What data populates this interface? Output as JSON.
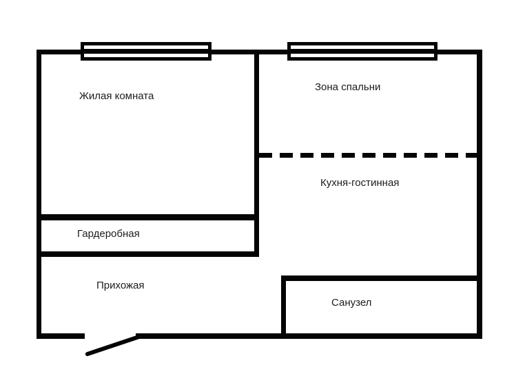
{
  "floor_plan": {
    "title": "apartment-floor-plan",
    "colors": {
      "wall": "#050505",
      "background": "#ffffff",
      "text": "#1c1c1c"
    },
    "rooms": [
      {
        "id": "living-room",
        "label": "Жилая комната"
      },
      {
        "id": "bedroom-zone",
        "label": "Зона спальни"
      },
      {
        "id": "kitchen-living",
        "label": "Кухня-гостинная"
      },
      {
        "id": "wardrobe",
        "label": "Гардеробная"
      },
      {
        "id": "hallway",
        "label": "Прихожая"
      },
      {
        "id": "bathroom",
        "label": "Санузел"
      }
    ],
    "symbols": {
      "windows": 2,
      "entrance_doors": 1,
      "dashed_partitions": 1
    }
  }
}
